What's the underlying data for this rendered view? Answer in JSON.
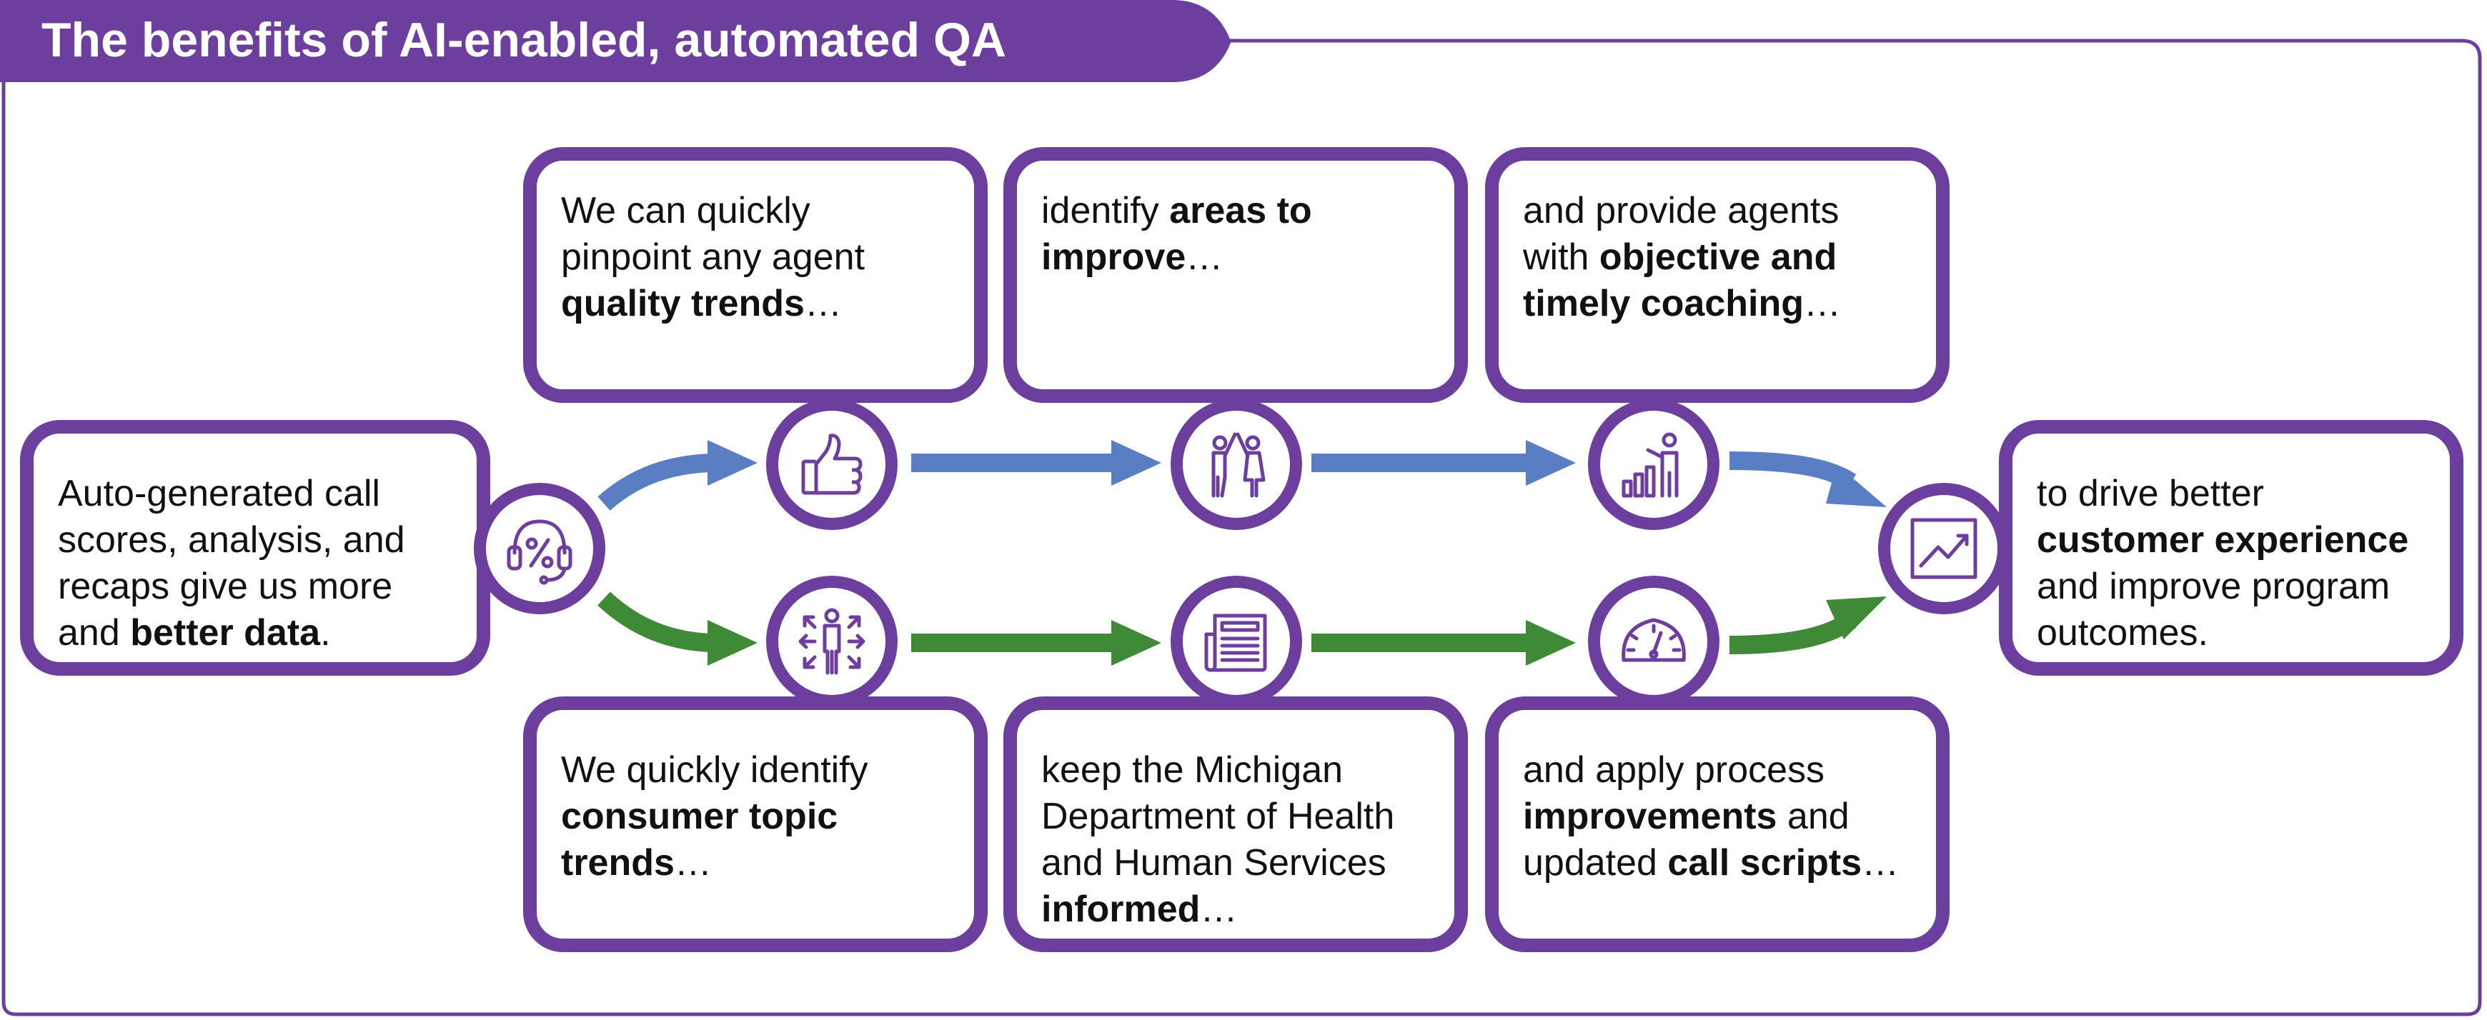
{
  "title": "The benefits of AI-enabled, automated QA",
  "colors": {
    "purple": "#6c3f9e",
    "blue_arrow": "#5a7ec4",
    "green_arrow": "#3f8a36"
  },
  "start_box": {
    "lines": [
      [
        {
          "t": "Auto-generated call"
        }
      ],
      [
        {
          "t": "scores, analysis, and"
        }
      ],
      [
        {
          "t": "recaps give us more"
        }
      ],
      [
        {
          "t": "and "
        },
        {
          "t": "better data",
          "b": true
        },
        {
          "t": "."
        }
      ]
    ]
  },
  "top_boxes": [
    {
      "lines": [
        [
          {
            "t": "We can quickly"
          }
        ],
        [
          {
            "t": "pinpoint any agent"
          }
        ],
        [
          {
            "t": "quality trends",
            "b": true
          },
          {
            "t": "…"
          }
        ]
      ]
    },
    {
      "lines": [
        [
          {
            "t": "identify "
          },
          {
            "t": "areas to",
            "b": true
          }
        ],
        [
          {
            "t": "improve",
            "b": true
          },
          {
            "t": "…"
          }
        ]
      ]
    },
    {
      "lines": [
        [
          {
            "t": "and provide agents"
          }
        ],
        [
          {
            "t": "with "
          },
          {
            "t": "objective and",
            "b": true
          }
        ],
        [
          {
            "t": "timely coaching",
            "b": true
          },
          {
            "t": "…"
          }
        ]
      ]
    }
  ],
  "bottom_boxes": [
    {
      "lines": [
        [
          {
            "t": "We quickly identify"
          }
        ],
        [
          {
            "t": "consumer topic",
            "b": true
          }
        ],
        [
          {
            "t": "trends",
            "b": true
          },
          {
            "t": "…"
          }
        ]
      ]
    },
    {
      "lines": [
        [
          {
            "t": "keep the Michigan"
          }
        ],
        [
          {
            "t": "Department of Health"
          }
        ],
        [
          {
            "t": "and Human Services"
          }
        ],
        [
          {
            "t": "informed",
            "b": true
          },
          {
            "t": "…"
          }
        ]
      ]
    },
    {
      "lines": [
        [
          {
            "t": "and apply process"
          }
        ],
        [
          {
            "t": "improvements",
            "b": true
          },
          {
            "t": " and"
          }
        ],
        [
          {
            "t": "updated "
          },
          {
            "t": "call scripts",
            "b": true
          },
          {
            "t": "…"
          }
        ]
      ]
    }
  ],
  "end_box": {
    "lines": [
      [
        {
          "t": "to drive better"
        }
      ],
      [
        {
          "t": "customer experience",
          "b": true
        }
      ],
      [
        {
          "t": "and improve program"
        }
      ],
      [
        {
          "t": "outcomes."
        }
      ]
    ]
  },
  "icons": {
    "start": "headset-percent-icon",
    "top": [
      "thumbs-up-icon",
      "high-five-icon",
      "coach-chart-icon"
    ],
    "bottom": [
      "person-expand-icon",
      "newspaper-icon",
      "gauge-icon"
    ],
    "end": "trend-chart-icon"
  }
}
